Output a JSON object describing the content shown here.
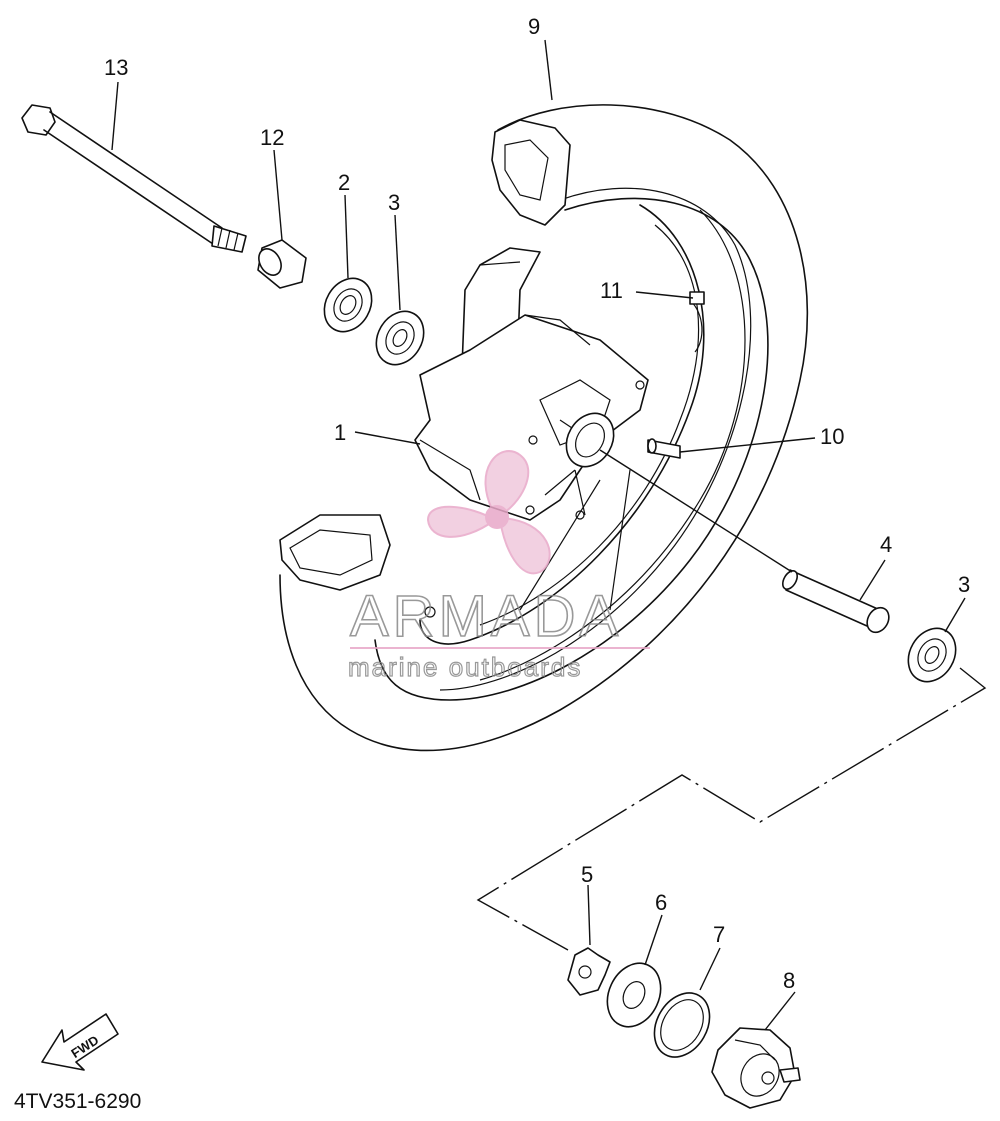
{
  "diagram": {
    "part_code": "4TV351-6290",
    "fwd_label": "FWD",
    "callouts": [
      "1",
      "2",
      "3",
      "3",
      "4",
      "5",
      "6",
      "7",
      "8",
      "9",
      "10",
      "11",
      "12",
      "13"
    ]
  },
  "watermark": {
    "brand": "ARMADA",
    "tagline": "marine outboards",
    "colors": {
      "logo_pink": "#e8a8c8",
      "text_gray": "#888888"
    }
  }
}
